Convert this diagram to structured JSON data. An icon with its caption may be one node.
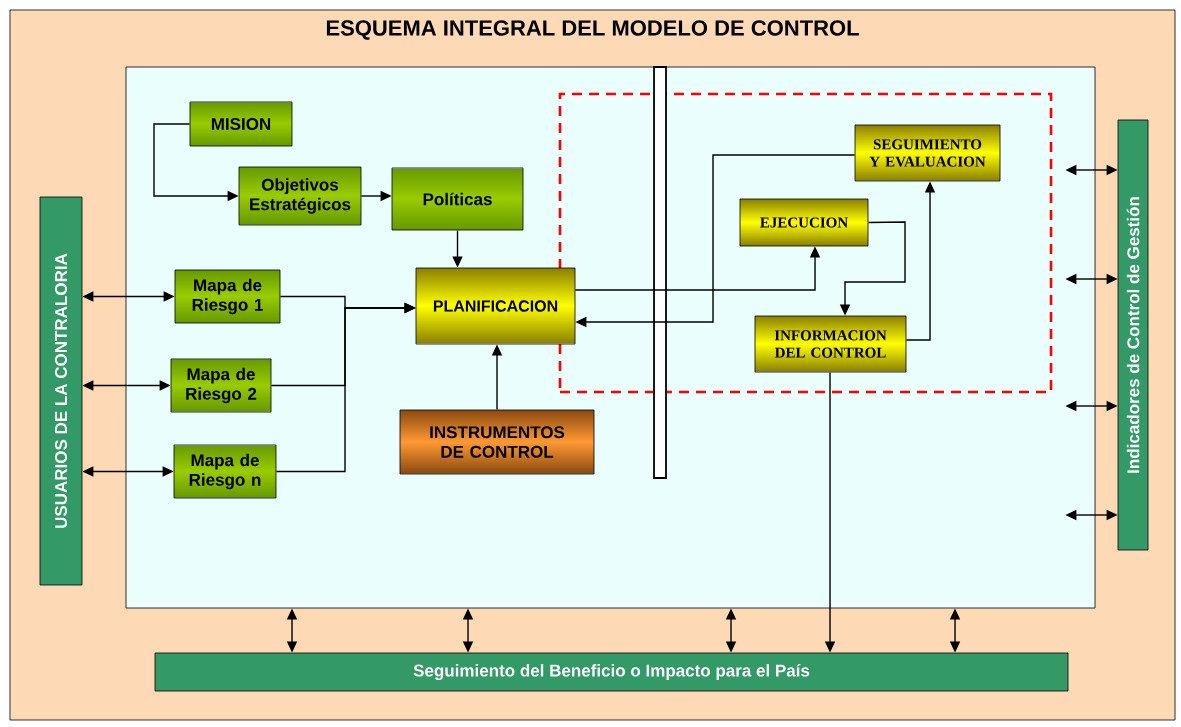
{
  "diagram": {
    "title": "ESQUEMA INTEGRAL DEL MODELO DE CONTROL",
    "nodes": [
      {
        "text": [],
        "shape": "box"
      },
      {
        "text": [],
        "shape": "box",
        "in": 0
      },
      {
        "text": [
          "USUARIOS DE LA CONTRALORIA"
        ],
        "in": 0
      },
      {
        "text": [
          "Indicadores de Control de Gestión"
        ],
        "in": 0
      },
      {
        "text": [
          "Seguimiento del Beneficio o Impacto para el País"
        ],
        "in": 0
      },
      {
        "text": [
          "MISION"
        ],
        "in": 1
      },
      {
        "text": [
          "Objetivos Estratégicos"
        ],
        "in": 1
      },
      {
        "text": [
          "Políticas"
        ],
        "in": 1
      },
      {
        "text": [
          "Mapa de Riesgo 1"
        ],
        "in": 1
      },
      {
        "text": [
          "Mapa de Riesgo 2"
        ],
        "in": 1
      },
      {
        "text": [
          "Mapa de Riesgo n"
        ],
        "in": 1
      },
      {
        "text": [
          "PLANIFICACION"
        ],
        "in": 1
      },
      {
        "text": [
          "INSTRUMENTOS DE CONTROL"
        ],
        "in": 1
      },
      {
        "text": [],
        "shape": "box",
        "in": 1
      },
      {
        "text": [
          "SEGUIMIENTO Y EVALUACION"
        ],
        "in": 13
      },
      {
        "text": [
          "EJECUCION"
        ],
        "in": 13
      },
      {
        "text": [
          "INFORMACION DEL CONTROL"
        ],
        "in": 13
      },
      {
        "text": [],
        "shape": "bar",
        "in": 1
      }
    ],
    "edges": [
      {
        "from": 5,
        "to": 6,
        "arrow": "to"
      },
      {
        "from": 6,
        "to": 7,
        "arrow": "to"
      },
      {
        "from": 7,
        "to": 11,
        "arrow": "to"
      },
      {
        "from": 8,
        "to": 11,
        "arrow": "to"
      },
      {
        "from": 9,
        "to": 11,
        "arrow": "to"
      },
      {
        "from": 10,
        "to": 11,
        "arrow": "to"
      },
      {
        "from": 12,
        "to": 11,
        "arrow": "to"
      },
      {
        "from": 11,
        "to": 15,
        "arrow": "to"
      },
      {
        "from": 15,
        "to": 16,
        "arrow": "to"
      },
      {
        "from": 16,
        "to": 14,
        "arrow": "to"
      },
      {
        "from": 14,
        "to": 11,
        "arrow": "to"
      },
      {
        "from": 16,
        "to": 4,
        "arrow": "to"
      },
      {
        "from": 2,
        "to": 8,
        "arrow": "both"
      },
      {
        "from": 2,
        "to": 9,
        "arrow": "both"
      },
      {
        "from": 2,
        "to": 10,
        "arrow": "both"
      },
      {
        "from": 1,
        "to": 3,
        "arrow": "both"
      },
      {
        "from": 1,
        "to": 3,
        "arrow": "both"
      },
      {
        "from": 1,
        "to": 3,
        "arrow": "both"
      },
      {
        "from": 1,
        "to": 3,
        "arrow": "both"
      },
      {
        "from": 1,
        "to": 4,
        "arrow": "both"
      },
      {
        "from": 1,
        "to": 4,
        "arrow": "both"
      },
      {
        "from": 1,
        "to": 4,
        "arrow": "both"
      },
      {
        "from": 1,
        "to": 4,
        "arrow": "both"
      }
    ]
  }
}
